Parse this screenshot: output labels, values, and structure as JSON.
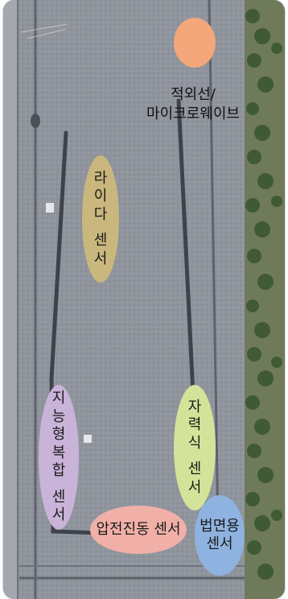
{
  "markers": {
    "infrared": {
      "label": "적외선/\n마이크로웨이브",
      "color": "#f4a77a"
    },
    "lidar": {
      "label": "라이다 센서",
      "lines": [
        "라",
        "이",
        "다",
        "",
        "센",
        "서"
      ],
      "color": "#c9b77d"
    },
    "intelligent": {
      "label": "지능형복합 센서",
      "lines": [
        "지",
        "능",
        "형",
        "복",
        "합",
        "",
        "센",
        "서"
      ],
      "color": "#c9b3d8"
    },
    "magnetic": {
      "label": "자력식 센서",
      "lines": [
        "자",
        "력",
        "식",
        "",
        "센",
        "서"
      ],
      "color": "#d3e39a"
    },
    "pressure": {
      "label": "압전진동 센서",
      "color": "#f0b0a8"
    },
    "legal": {
      "label": "법면용\n센서",
      "color": "#8fb3e0"
    }
  },
  "infrared_caption_line1": "적외선/",
  "infrared_caption_line2": "마이크로웨이브",
  "legal_line1": "법면용",
  "legal_line2": "센서"
}
